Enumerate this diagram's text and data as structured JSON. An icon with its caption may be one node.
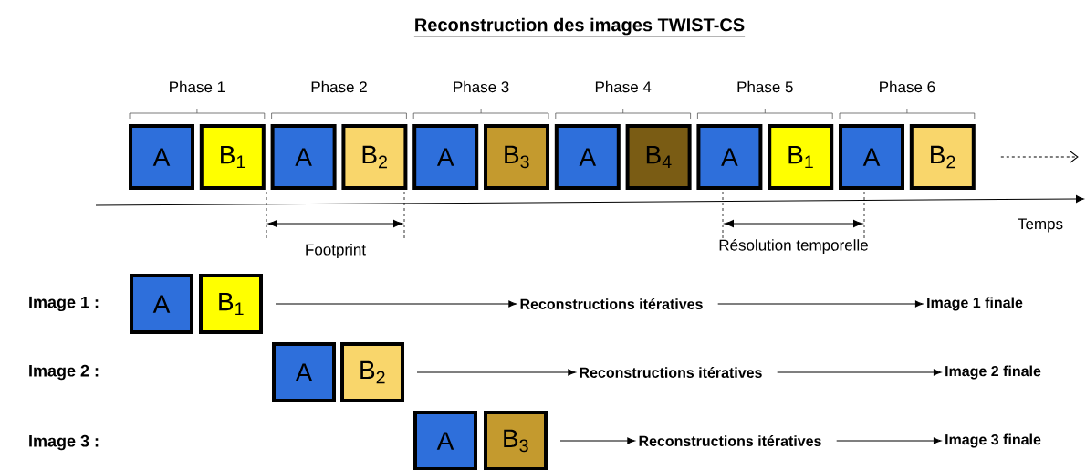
{
  "diagram": {
    "title": "Reconstruction des images TWIST-CS",
    "nodes": [
      {
        "text": [
          "A"
        ]
      },
      {
        "text": [
          "B$_{1}$"
        ]
      },
      {
        "text": [
          "A"
        ]
      },
      {
        "text": [
          "B$_{2}$"
        ]
      },
      {
        "text": [
          "A"
        ]
      },
      {
        "text": [
          "B$_{3}$"
        ]
      },
      {
        "text": [
          "A"
        ]
      },
      {
        "text": [
          "B$_{4}$"
        ]
      },
      {
        "text": [
          "A"
        ]
      },
      {
        "text": [
          "B$_{1}$"
        ]
      },
      {
        "text": [
          "A"
        ]
      },
      {
        "text": [
          "B$_{2}$"
        ]
      },
      {
        "text": [
          "A"
        ]
      },
      {
        "text": [
          "B$_{1}$"
        ]
      },
      {
        "text": [
          "Reconstructions itératives"
        ]
      },
      {
        "text": [
          "Image 1 finale"
        ]
      },
      {
        "text": [
          "A"
        ]
      },
      {
        "text": [
          "B$_{2}$"
        ]
      },
      {
        "text": [
          "Reconstructions itératives"
        ]
      },
      {
        "text": [
          "Image 2 finale"
        ]
      },
      {
        "text": [
          "A"
        ]
      },
      {
        "text": [
          "B$_{3}$"
        ]
      },
      {
        "text": [
          "Reconstructions itératives"
        ]
      },
      {
        "text": [
          "Image 3 finale"
        ]
      }
    ],
    "edges": [
      {
        "from": 13,
        "to": 14,
        "arrow": "to"
      },
      {
        "from": 14,
        "to": 15,
        "arrow": "to"
      },
      {
        "from": 17,
        "to": 18,
        "arrow": "to"
      },
      {
        "from": 18,
        "to": 19,
        "arrow": "to"
      },
      {
        "from": 21,
        "to": 22,
        "arrow": "to"
      },
      {
        "from": 22,
        "to": 23,
        "arrow": "to"
      }
    ],
    "labels": [
      "Phase 1",
      "Phase 2",
      "Phase 3",
      "Phase 4",
      "Phase 5",
      "Phase 6",
      "Footprint",
      "Résolution temporelle",
      "Temps",
      "Image 1 :",
      "Image 2 :",
      "Image 3 :"
    ]
  }
}
